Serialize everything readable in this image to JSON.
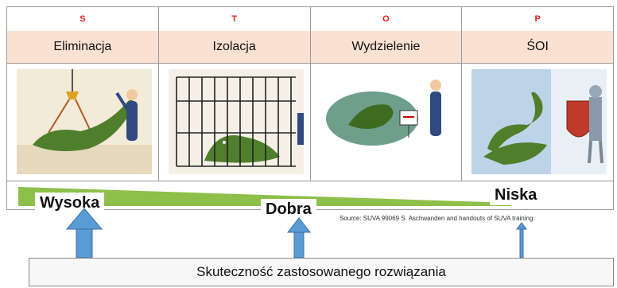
{
  "columns": [
    {
      "letter": "S",
      "name": "Eliminacja"
    },
    {
      "letter": "T",
      "name": "Izolacja"
    },
    {
      "letter": "O",
      "name": "Wydzielenie"
    },
    {
      "letter": "P",
      "name": "ŚOI"
    }
  ],
  "levels": {
    "high": "Wysoka",
    "medium": "Dobra",
    "low": "Niska"
  },
  "source": "Source: SUVA 99069 S. Aschwanden and handouts of SUVA training",
  "caption": "Skuteczność zastosowanego rozwiązania",
  "colors": {
    "letters": "#e02020",
    "header_band": "#fbe1d2",
    "wedge_green": "#8dbf4a",
    "arrow_blue": "#5b9bd5",
    "crocodile_green": "#4f7f2a"
  }
}
